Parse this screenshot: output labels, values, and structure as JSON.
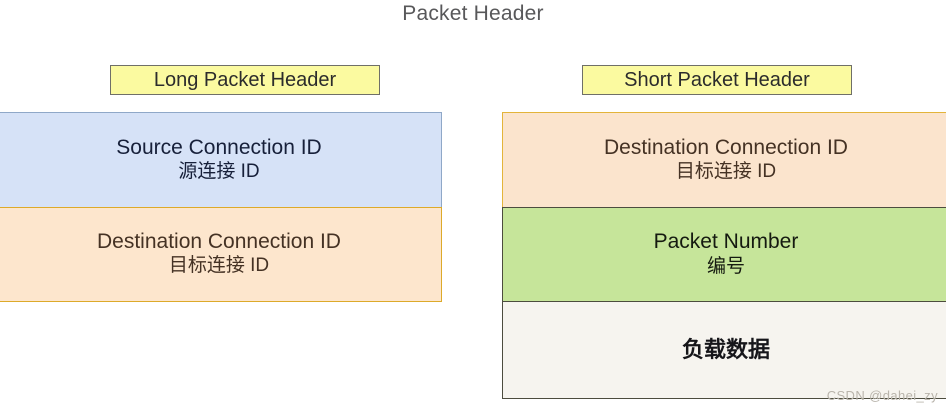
{
  "title": "Packet Header",
  "watermark": "CSDN @dahei_zy",
  "colors": {
    "chip_fill": "#fbfaa0",
    "chip_border": "#6f6f68",
    "blue_fill": "#d6e2f7",
    "blue_border": "#8fa8c8",
    "orange_fill": "#fde6cd",
    "orange_border": "#ddaa2a",
    "green_fill": "#c6e59a",
    "green_border": "#4c4c3e",
    "white_fill": "#f6f4ef",
    "white_border": "#4c4c3e",
    "title_text": "#58585a"
  },
  "long_header": {
    "chip_label": "Long Packet Header",
    "rows": [
      {
        "en": "Source Connection ID",
        "zh": "源连接 ID"
      },
      {
        "en": "Destination Connection ID",
        "zh": "目标连接 ID"
      }
    ]
  },
  "short_header": {
    "chip_label": "Short Packet Header",
    "rows": [
      {
        "en": "Destination Connection ID",
        "zh": "目标连接 ID"
      },
      {
        "en": "Packet Number",
        "zh": "编号"
      },
      {
        "en": "",
        "zh": "负载数据"
      }
    ]
  }
}
